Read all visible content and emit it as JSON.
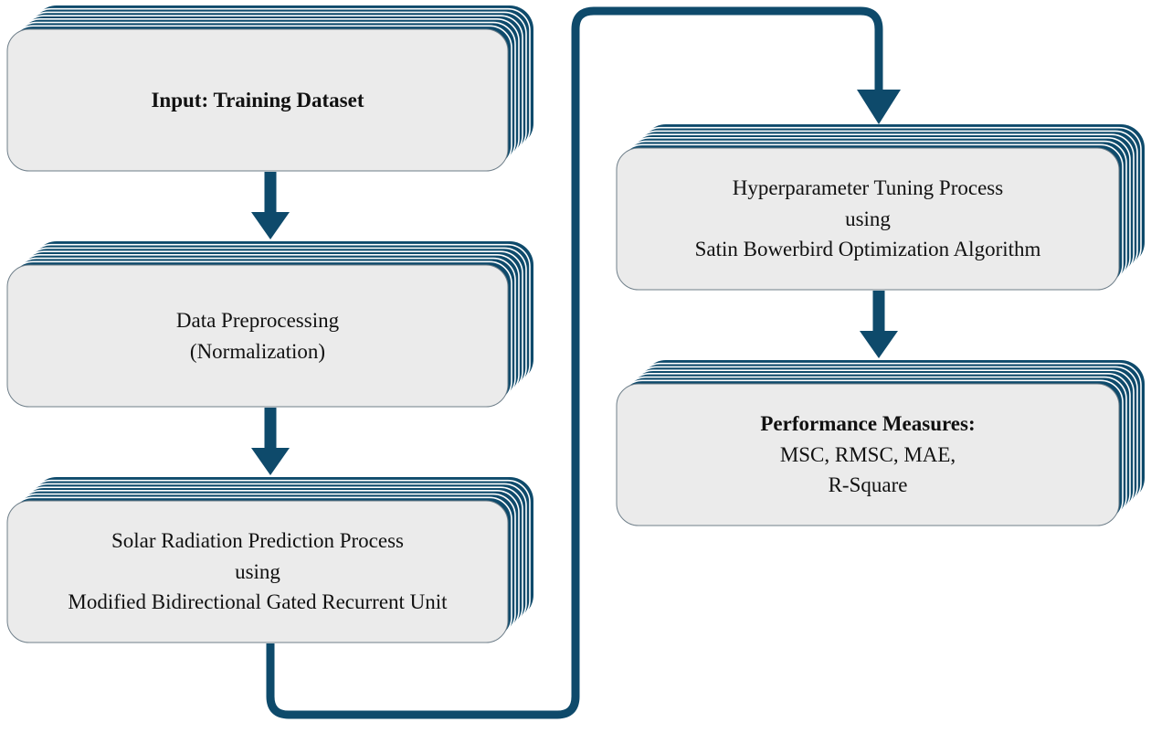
{
  "colors": {
    "accent": "#0e4a6b",
    "box_fill": "#ebebeb",
    "box_stroke": "#6f7f8a",
    "page_edge": "#ffffff"
  },
  "boxes": [
    {
      "lines": [
        {
          "text": "Input: Training Dataset",
          "bold": true
        }
      ]
    },
    {
      "lines": [
        {
          "text": "Data Preprocessing"
        },
        {
          "text": "(Normalization)"
        }
      ]
    },
    {
      "lines": [
        {
          "text": "Solar Radiation Prediction Process"
        },
        {
          "text": "using"
        },
        {
          "text": "Modified Bidirectional Gated Recurrent Unit"
        }
      ]
    },
    {
      "lines": [
        {
          "text": "Hyperparameter Tuning Process"
        },
        {
          "text": "using"
        },
        {
          "text": "Satin Bowerbird Optimization Algorithm"
        }
      ]
    },
    {
      "lines": [
        {
          "text": "Performance Measures:",
          "bold": true
        },
        {
          "text": "MSC, RMSC, MAE,"
        },
        {
          "text": "R-Square"
        }
      ]
    }
  ]
}
